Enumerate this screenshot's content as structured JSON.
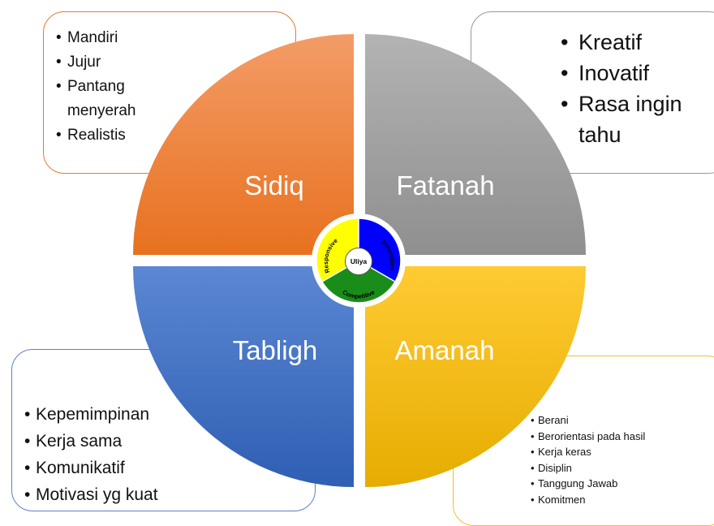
{
  "boxes": {
    "sidiq": [
      "Mandiri",
      "Jujur",
      "Pantang menyerah",
      "Realistis"
    ],
    "fatanah": [
      "Kreatif",
      "Inovatif",
      "Rasa ingin tahu"
    ],
    "tabligh": [
      "Kepemimpinan",
      "Kerja sama",
      "Komunikatif",
      "Motivasi yg kuat"
    ],
    "amanah": [
      "Berani",
      "Berorientasi pada hasil",
      "Kerja keras",
      "Disiplin",
      "Tanggung Jawab",
      "Komitmen"
    ]
  },
  "quadrants": {
    "sidiq": "Sidiq",
    "fatanah": "Fatanah",
    "tabligh": "Tabligh",
    "amanah": "Amanah"
  },
  "center": {
    "label": "Uliya",
    "responsive": "Responsive",
    "innovative": "Innovative",
    "competitive": "Competitive"
  },
  "colors": {
    "sidiq": "#ed7d31",
    "fatanah": "#a5a5a5",
    "tabligh": "#4472c4",
    "amanah": "#ffc000",
    "ring_yellow": "#ffff00",
    "ring_blue": "#0000ff",
    "ring_green": "#1a8c1a"
  }
}
